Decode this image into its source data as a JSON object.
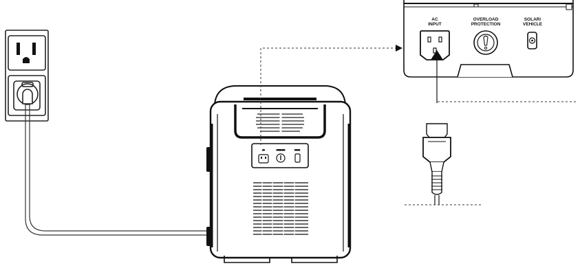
{
  "panel": {
    "ac_input": [
      "AC",
      "INPUT"
    ],
    "overload_protection": [
      "OVERLOAD",
      "PROTECTION"
    ],
    "solar_vehicle": [
      "SOLAR/",
      "VEHICLE"
    ]
  }
}
